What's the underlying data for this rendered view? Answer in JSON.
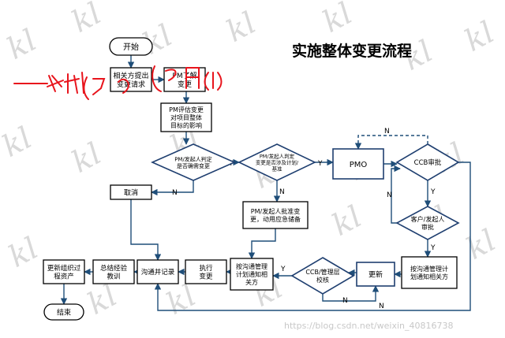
{
  "title": "实施整体变更流程",
  "watermark": {
    "text": "https://blog.csdn.net/weixin_40816738",
    "glyph": "kl",
    "color": "#d9d9d9"
  },
  "handwriting": {
    "text": "武术 (1)(1)(1)",
    "color": "#e8141c"
  },
  "colors": {
    "edge": "#1f4e79",
    "ink": "#e8141c"
  },
  "nodes": [
    {
      "id": "start",
      "shape": "terminal",
      "lines": [
        "开始"
      ]
    },
    {
      "id": "request",
      "shape": "process",
      "lines": [
        "相关方提出",
        "变更请求"
      ]
    },
    {
      "id": "pm_learn",
      "shape": "process",
      "lines": [
        "PM了解",
        "变更"
      ]
    },
    {
      "id": "pm_eval",
      "shape": "process",
      "lines": [
        "PM评估变更",
        "对项目整体",
        "目标的影响"
      ]
    },
    {
      "id": "d_need",
      "shape": "decision",
      "lines": [
        "PM/发起人判定",
        "是否确需变更"
      ]
    },
    {
      "id": "d_scope",
      "shape": "decision",
      "lines": [
        "PM/发起人判定",
        "变更是否涉及计划/",
        "基准"
      ]
    },
    {
      "id": "pmo",
      "shape": "process",
      "lines": [
        "PMO"
      ]
    },
    {
      "id": "ccb",
      "shape": "decision",
      "lines": [
        "CCB审批"
      ]
    },
    {
      "id": "cancel",
      "shape": "process",
      "lines": [
        "取消"
      ]
    },
    {
      "id": "pm_approve",
      "shape": "process",
      "lines": [
        "PM/发起人批准变",
        "更，动用应急储备"
      ]
    },
    {
      "id": "client",
      "shape": "decision",
      "lines": [
        "客户/发起人",
        "审批"
      ]
    },
    {
      "id": "update_org",
      "shape": "process",
      "lines": [
        "更新组织过",
        "程资产"
      ]
    },
    {
      "id": "lessons",
      "shape": "process",
      "lines": [
        "总结经验",
        "教训"
      ]
    },
    {
      "id": "comm_rec",
      "shape": "process",
      "lines": [
        "沟通并记录"
      ]
    },
    {
      "id": "execute",
      "shape": "process",
      "lines": [
        "执行",
        "变更"
      ]
    },
    {
      "id": "notify_a",
      "shape": "process",
      "lines": [
        "按沟通管理",
        "计划通知相",
        "关方"
      ]
    },
    {
      "id": "ccb_check",
      "shape": "decision",
      "lines": [
        "CCB/管理层",
        "校核"
      ]
    },
    {
      "id": "update",
      "shape": "process",
      "lines": [
        "更新"
      ]
    },
    {
      "id": "notify_b",
      "shape": "process",
      "lines": [
        "按沟通管理计",
        "划通知相关方"
      ]
    },
    {
      "id": "end",
      "shape": "terminal",
      "lines": [
        "结束"
      ]
    }
  ],
  "edges": [
    {
      "from": "start",
      "to": "request"
    },
    {
      "from": "request",
      "to": "pm_learn"
    },
    {
      "from": "pm_learn",
      "to": "pm_eval"
    },
    {
      "from": "pm_eval",
      "to": "d_need"
    },
    {
      "from": "d_need",
      "to": "d_scope",
      "label": "Y"
    },
    {
      "from": "d_need",
      "to": "cancel",
      "label": "N"
    },
    {
      "from": "d_scope",
      "to": "pmo",
      "label": "Y"
    },
    {
      "from": "d_scope",
      "to": "pm_approve",
      "label": "N"
    },
    {
      "from": "pmo",
      "to": "ccb"
    },
    {
      "from": "ccb",
      "to": "pmo",
      "label": "N",
      "style": "dashed"
    },
    {
      "from": "ccb",
      "to": "client",
      "label": "Y"
    },
    {
      "from": "client",
      "to": "ccb",
      "label": "N"
    },
    {
      "from": "client",
      "to": "notify_b",
      "label": "Y"
    },
    {
      "from": "notify_b",
      "to": "update"
    },
    {
      "from": "update",
      "to": "ccb_check"
    },
    {
      "from": "ccb_check",
      "to": "notify_a",
      "label": "Y"
    },
    {
      "from": "ccb_check",
      "to": "update",
      "label": "N"
    },
    {
      "from": "pm_approve",
      "to": "notify_a"
    },
    {
      "from": "notify_a",
      "to": "execute"
    },
    {
      "from": "execute",
      "to": "comm_rec"
    },
    {
      "from": "cancel",
      "to": "comm_rec"
    },
    {
      "from": "ccb",
      "to": "comm_rec",
      "label": "N"
    },
    {
      "from": "comm_rec",
      "to": "lessons"
    },
    {
      "from": "lessons",
      "to": "update_org"
    },
    {
      "from": "update_org",
      "to": "end"
    }
  ]
}
